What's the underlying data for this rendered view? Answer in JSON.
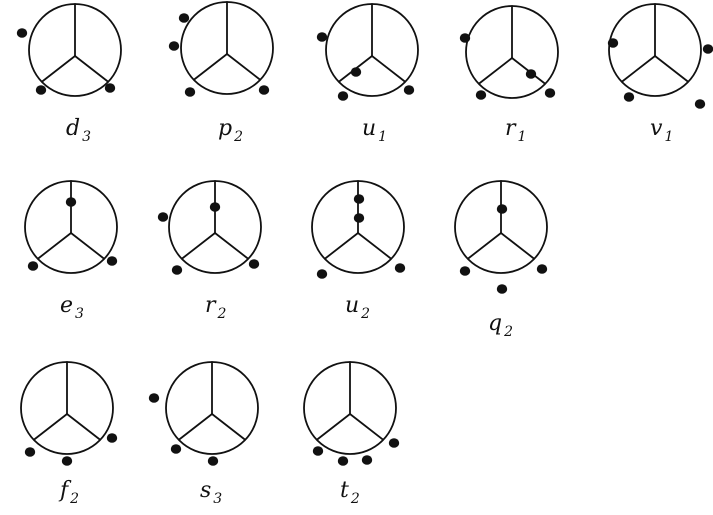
{
  "diagrams": [
    {
      "id": "d3",
      "base": "d",
      "sub": "3"
    },
    {
      "id": "p2",
      "base": "p",
      "sub": "2"
    },
    {
      "id": "u1",
      "base": "u",
      "sub": "1"
    },
    {
      "id": "r1",
      "base": "r",
      "sub": "1"
    },
    {
      "id": "v1",
      "base": "v",
      "sub": "1"
    },
    {
      "id": "e3",
      "base": "e",
      "sub": "3"
    },
    {
      "id": "r2",
      "base": "r",
      "sub": "2"
    },
    {
      "id": "u2",
      "base": "u",
      "sub": "2"
    },
    {
      "id": "q2",
      "base": "q",
      "sub": "2"
    },
    {
      "id": "f2",
      "base": "f",
      "sub": "2"
    },
    {
      "id": "s3",
      "base": "s",
      "sub": "3"
    },
    {
      "id": "t2",
      "base": "t",
      "sub": "2"
    }
  ]
}
